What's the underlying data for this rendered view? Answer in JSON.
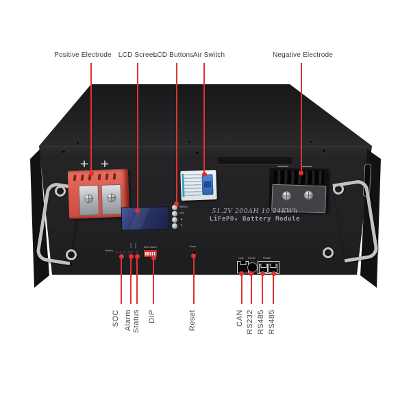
{
  "figure": {
    "type": "battery-module-callout-diagram"
  },
  "callouts_top": [
    {
      "label": "Positive Electrode"
    },
    {
      "label": "LCD Screen"
    },
    {
      "label": "LCD Buttons"
    },
    {
      "label": "Air Switch"
    },
    {
      "label": "Negative Electrode"
    }
  ],
  "callouts_bottom": [
    {
      "label": "SOC"
    },
    {
      "label": "Alarm"
    },
    {
      "label": "Status"
    },
    {
      "label": "DIP"
    },
    {
      "label": "Reset"
    },
    {
      "label": "CAN"
    },
    {
      "label": "RS232"
    },
    {
      "label": "RS485"
    },
    {
      "label": "RS485"
    }
  ],
  "device": {
    "spec_line1": "51.2V 200AH 10.24KWh",
    "spec_line2": "LiFePO₄ Battery Module",
    "positive_symbols": [
      "+",
      "+"
    ],
    "negative_symbols": [
      "—",
      "—"
    ],
    "lcd_buttons": [
      {
        "label": "MENU"
      },
      {
        "label": "ON"
      },
      {
        "label": "▲"
      },
      {
        "label": "▼"
      }
    ],
    "panel_small_labels": {
      "battery_leds": "Battery",
      "alarm_led": "Alarm",
      "status_led": "Status",
      "dip_switch": "ADD Switch",
      "reset": "Reset",
      "port_can": "CAN",
      "port_rs232": "RS232",
      "port_rs485": "RS485"
    }
  },
  "colors": {
    "callout_line": "#e03131",
    "label_text": "#3d3d3d",
    "positive_connector": "#dd5b4e",
    "air_switch_toggle": "#2d62b5",
    "lcd_screen": "#2b366a"
  }
}
